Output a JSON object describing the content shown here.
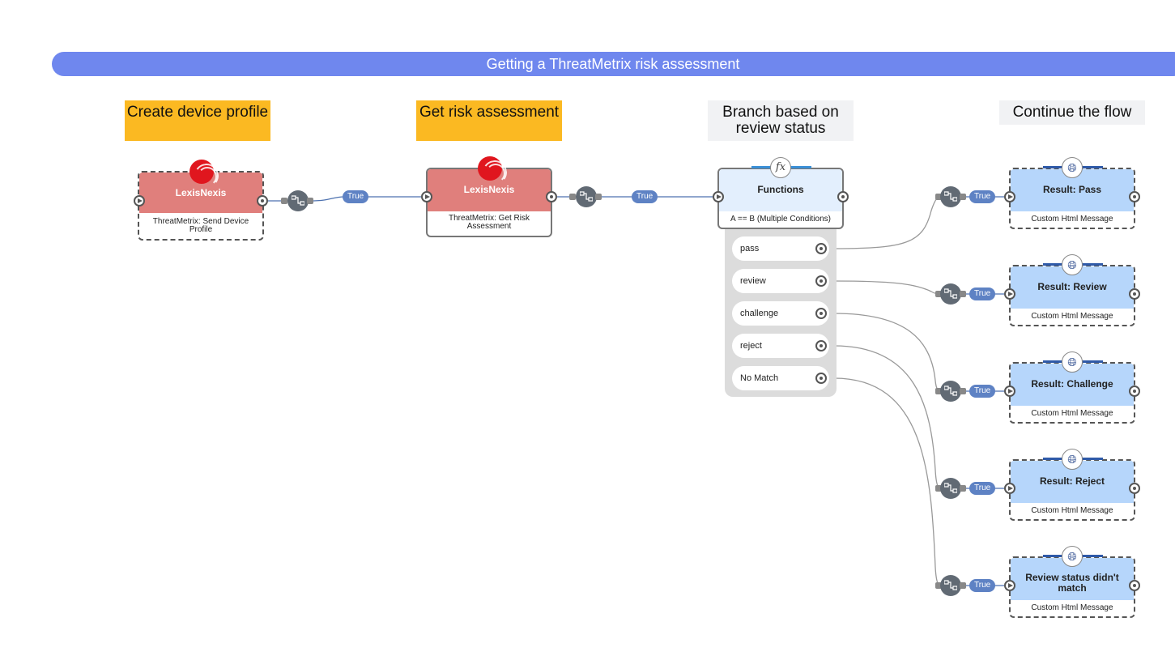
{
  "banner": {
    "title": "Getting a ThreatMetrix risk assessment"
  },
  "sections": [
    {
      "label": "Create device profile"
    },
    {
      "label": "Get risk assessment"
    },
    {
      "label": "Branch based on review status"
    },
    {
      "label": "Continue the flow"
    }
  ],
  "nodes": {
    "send_profile": {
      "brand": "LexisNexis",
      "subtitle": "ThreatMetrix: Send Device Profile",
      "icon": "lexisnexis-logo-icon"
    },
    "risk_assessment": {
      "brand": "LexisNexis",
      "subtitle": "ThreatMetrix: Get Risk Assessment",
      "icon": "lexisnexis-logo-icon"
    },
    "functions": {
      "title": "Functions",
      "subtitle": "A == B (Multiple Conditions)",
      "icon": "fx-icon",
      "conditions": [
        "pass",
        "review",
        "challenge",
        "reject",
        "No Match"
      ]
    },
    "results": [
      {
        "title": "Result: Pass",
        "subtitle": "Custom Html Message",
        "icon": "globe-icon"
      },
      {
        "title": "Result: Review",
        "subtitle": "Custom Html Message",
        "icon": "globe-icon"
      },
      {
        "title": "Result: Challenge",
        "subtitle": "Custom Html Message",
        "icon": "globe-icon"
      },
      {
        "title": "Result: Reject",
        "subtitle": "Custom Html Message",
        "icon": "globe-icon"
      },
      {
        "title": "Review status didn't match",
        "subtitle": "Custom Html Message",
        "icon": "globe-icon"
      }
    ]
  },
  "connectors": {
    "label": "True"
  },
  "colors": {
    "banner": "#6f87ee",
    "section_orange": "#fbb922",
    "section_grey": "#f1f2f4",
    "lexis_head": "#e07f7c",
    "result_head": "#b6d6fb",
    "pill": "#5e82c4",
    "connector": "#616a74"
  }
}
